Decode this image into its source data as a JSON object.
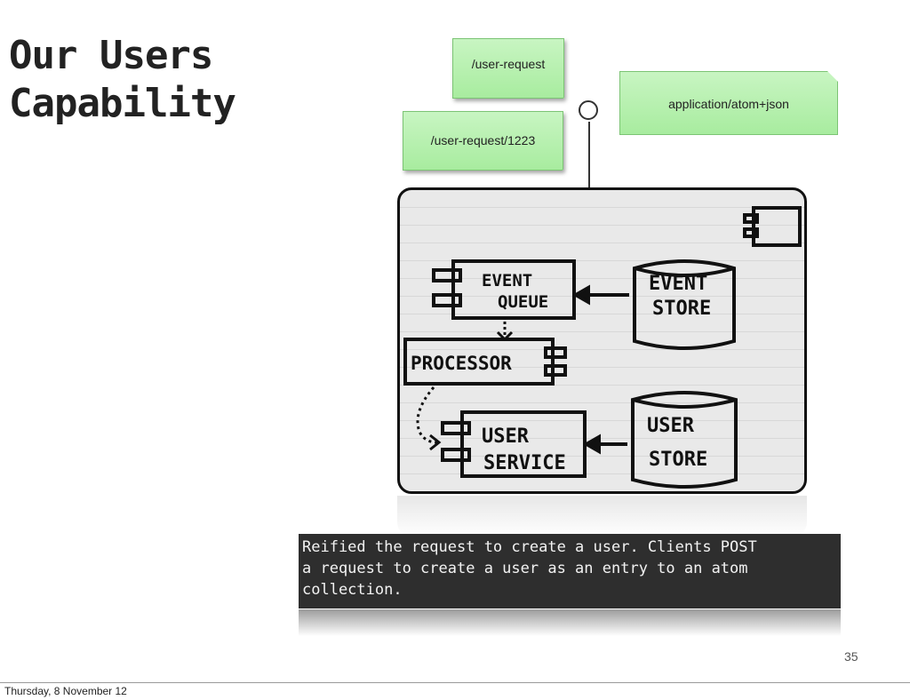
{
  "slide": {
    "title_line1": "Our Users",
    "title_line2": "Capability",
    "page_number": "35"
  },
  "notes": {
    "user_request": "/user-request",
    "user_request_1223": "/user-request/1223",
    "media_type": "application/atom+json"
  },
  "diagram": {
    "event_queue_line1": "EVENT",
    "event_queue_line2": "QUEUE",
    "event_store_line1": "EVENT",
    "event_store_line2": "STORE",
    "processor": "PROCESSOR",
    "user_service_line1": "USER",
    "user_service_line2": "SERVICE",
    "user_store_line1": "USER",
    "user_store_line2": "STORE"
  },
  "caption": "Reified the request to create a user. Clients POST\na request to create a user as an entry to an atom\ncollection.",
  "footer": "Thursday, 8 November 12"
}
